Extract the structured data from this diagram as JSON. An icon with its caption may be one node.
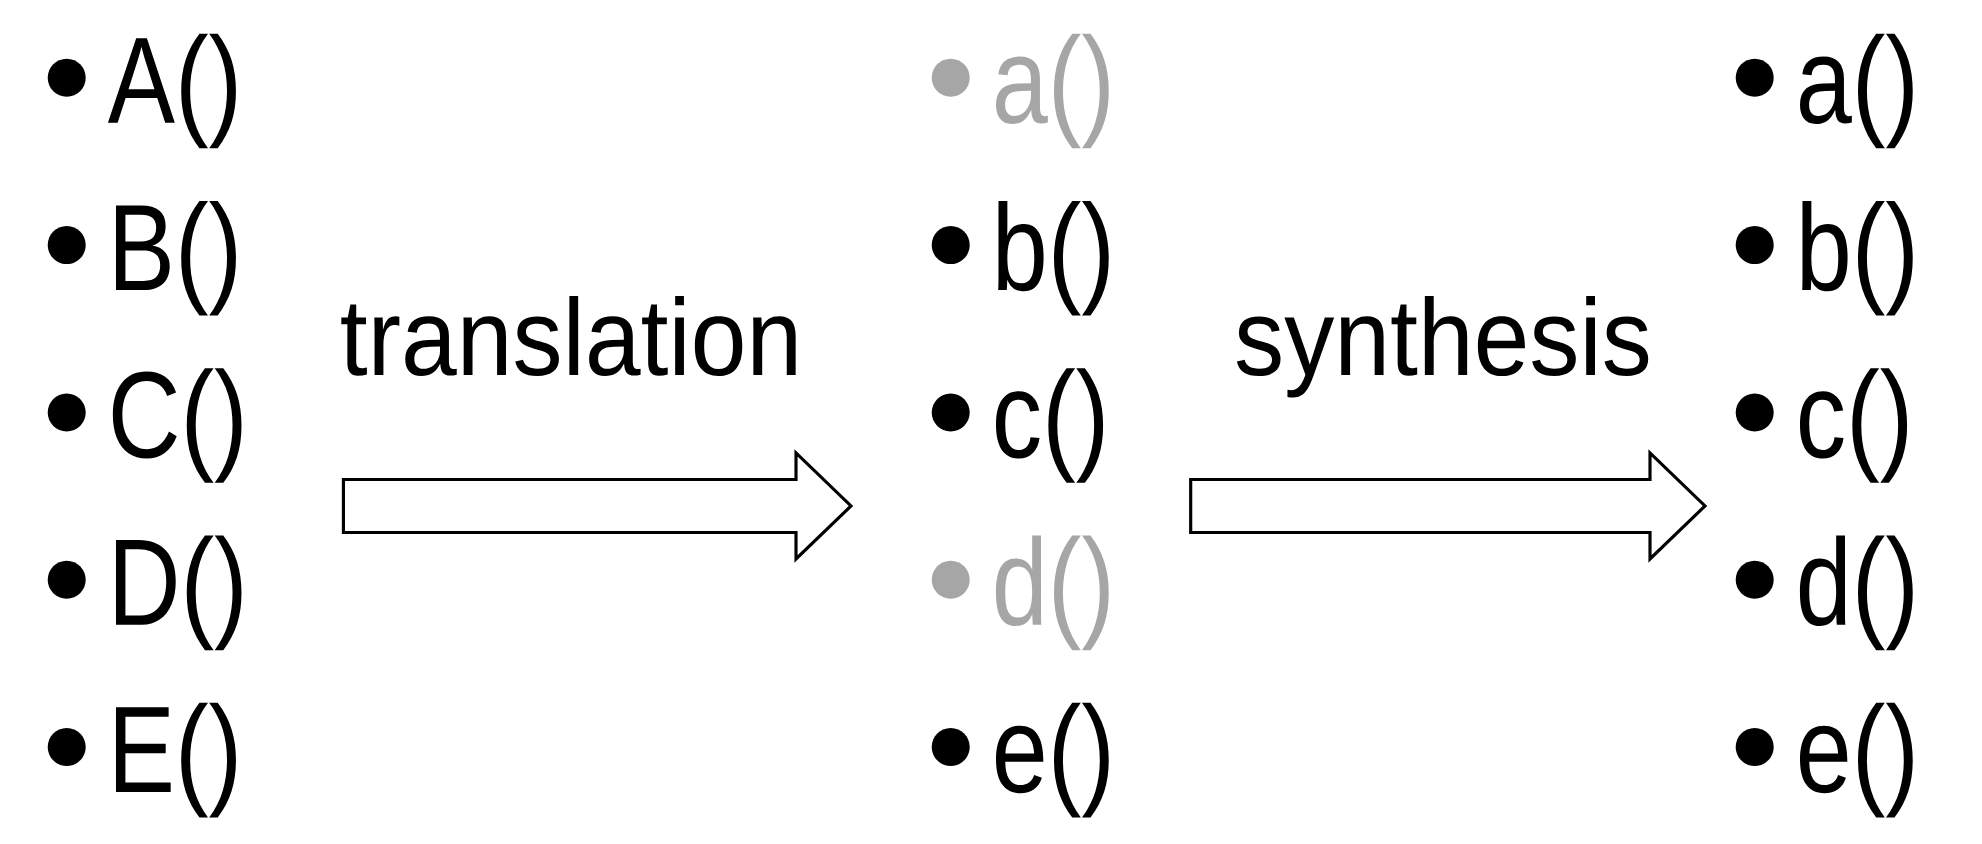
{
  "diagram": {
    "nodes": [
      {
        "text": [
          "A()",
          "B()",
          "C()",
          "D()",
          "E()"
        ]
      },
      {
        "text": [
          "a()",
          "b()",
          "c()",
          "d()",
          "e()"
        ]
      },
      {
        "text": [
          "a()",
          "b()",
          "c()",
          "d()",
          "e()"
        ]
      }
    ],
    "edges": [
      {
        "from": 0,
        "to": 1,
        "arrow": "to",
        "label": "translation"
      },
      {
        "from": 1,
        "to": 2,
        "arrow": "to",
        "label": "synthesis"
      }
    ]
  }
}
